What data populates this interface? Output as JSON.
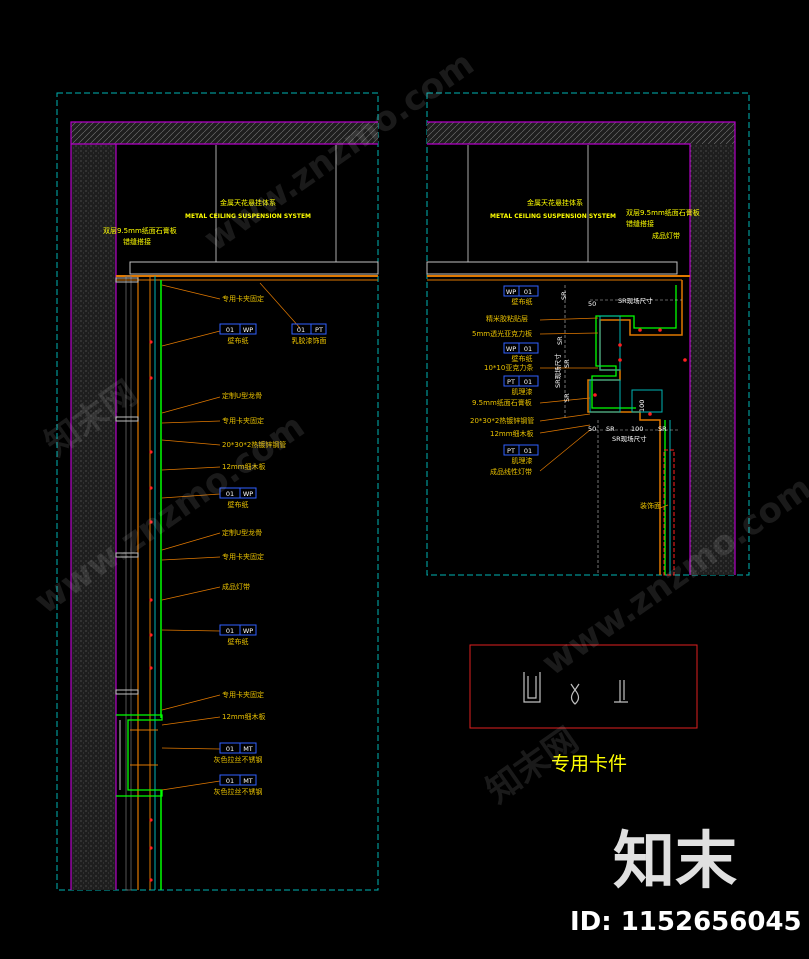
{
  "left_detail": {
    "title_cn": "金属天花悬挂体系",
    "title_en": "METAL CEILING SUSPENSION SYSTEM",
    "top_label": "双层9.5mm纸面石膏板",
    "top_label_2": "错缝搭接",
    "labels": [
      "专用卡夹固定",
      "定制U型龙骨",
      "专用卡夹固定",
      "20*30*2热镀锌钢管",
      "12mm细木板",
      "定制U型龙骨",
      "专用卡夹固定",
      "成品灯带",
      "专用卡夹固定",
      "12mm细木板"
    ],
    "tags": [
      {
        "left": "01",
        "right": "WP",
        "caption": "壁布纸"
      },
      {
        "left": "01",
        "right": "PT",
        "caption": "乳胶漆饰面"
      },
      {
        "left": "01",
        "right": "WP",
        "caption": "壁布纸"
      },
      {
        "left": "01",
        "right": "WP",
        "caption": "壁布纸"
      },
      {
        "left": "01",
        "right": "MT",
        "caption": "灰色拉丝不锈钢"
      },
      {
        "left": "01",
        "right": "MT",
        "caption": "灰色拉丝不锈钢"
      }
    ]
  },
  "right_detail": {
    "title_cn": "金属天花悬挂体系",
    "title_en": "METAL CEILING SUSPENSION SYSTEM",
    "top_label": "双层9.5mm纸面石膏板",
    "top_label_2": "错缝搭接",
    "top_label_3": "成品灯带",
    "labels": [
      "精米胶粘贴层",
      "5mm透光亚克力板",
      "10*10亚克力条",
      "9.5mm纸面石膏板",
      "20*30*2热镀锌钢管",
      "12mm细木板",
      "成品线性灯带",
      "装饰面"
    ],
    "tags": [
      {
        "left": "WP",
        "right": "01",
        "caption": "壁布纸"
      },
      {
        "left": "WP",
        "right": "01",
        "caption": "壁布纸"
      },
      {
        "left": "PT",
        "right": "01",
        "caption": "肌理漆"
      },
      {
        "left": "PT",
        "right": "01",
        "caption": "肌理漆"
      }
    ],
    "dims": [
      "SR",
      "50",
      "SR现场尺寸",
      "SR",
      "SR",
      "SR",
      "SR现场尺寸",
      "100",
      "50",
      "SR",
      "100",
      "SR",
      "SR现场尺寸"
    ]
  },
  "clip_panel": {
    "title": "专用卡件"
  },
  "watermark": {
    "logo": "知末",
    "id": "ID: 1152656045",
    "site": "www.znzmo.com",
    "brand": "知末网"
  },
  "colors": {
    "cyan": "#00b4b4",
    "magenta": "#b400c8",
    "orange": "#e07800",
    "green": "#00ff00",
    "red": "#ff2020",
    "yellow": "#ffff00",
    "grey": "#909090"
  }
}
